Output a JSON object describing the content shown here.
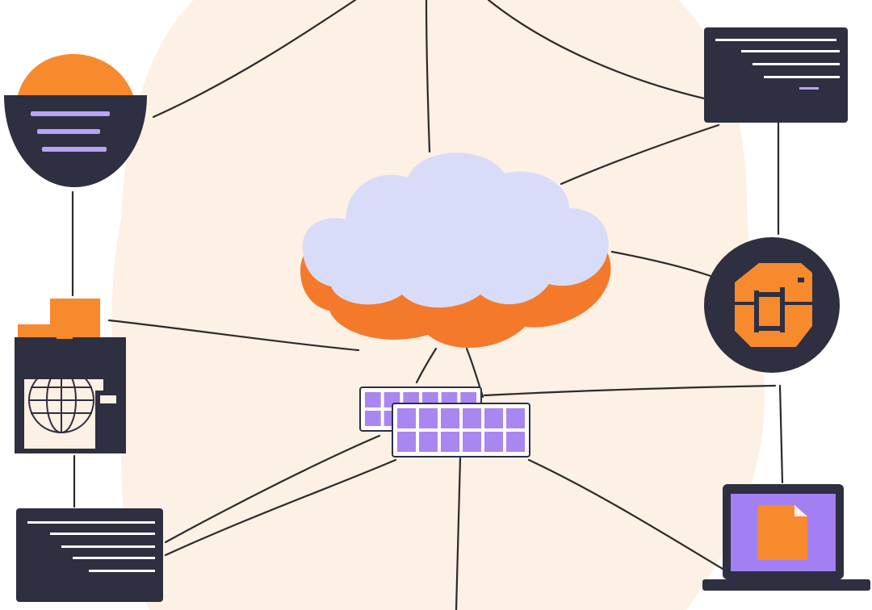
{
  "colors": {
    "page_background": "#ffffff",
    "blob_background": "#fdf0e4",
    "dark_navy": "#2e2f40",
    "orange": "#f78a2d",
    "cloud_lavender": "#d8dcf8",
    "cloud_orange_base": "#f5792a",
    "purple": "#a987f0",
    "text_line_purple": "#b9a3f5",
    "text_line_white": "#ffffff",
    "laptop_screen": "#a27ff2",
    "connector_line": "#2b2b2b"
  },
  "nodes": [
    {
      "id": "cloud-hub",
      "icon": "cloud-icon"
    },
    {
      "id": "storage-tiles",
      "icon": "storage-blocks-icon"
    },
    {
      "id": "database-circle-topleft",
      "icon": "database-icon"
    },
    {
      "id": "web-globe-building",
      "icon": "globe-building-icon"
    },
    {
      "id": "terminal-topright",
      "icon": "terminal-window-icon"
    },
    {
      "id": "server-circle-right",
      "icon": "server-cube-icon"
    },
    {
      "id": "terminal-bottomleft",
      "icon": "terminal-window-icon"
    },
    {
      "id": "laptop-bottomright",
      "icon": "laptop-icon"
    }
  ]
}
